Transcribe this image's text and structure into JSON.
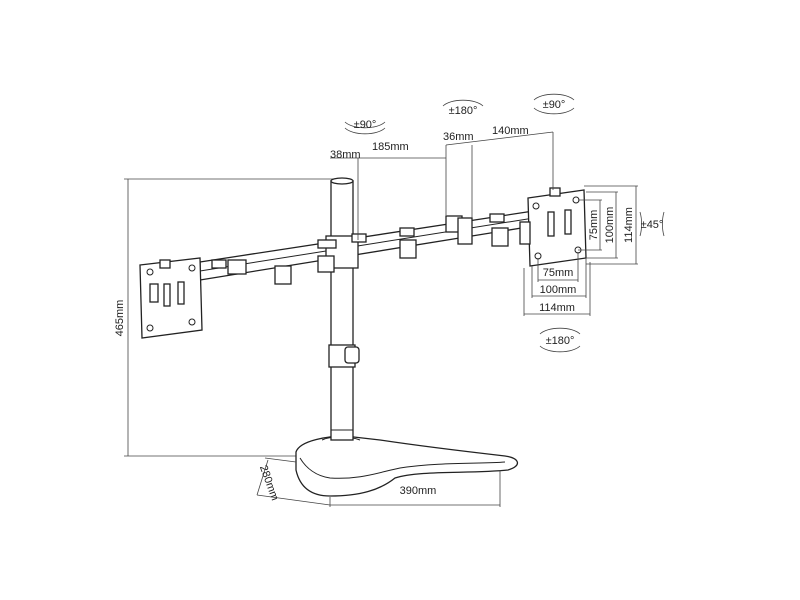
{
  "diagram": {
    "rotation_labels": {
      "left_arm": "±90°",
      "center_joint": "±180°",
      "right_arm": "±90°",
      "vesa_tilt": "±45°",
      "vesa_swivel": "±180°"
    },
    "arm_dimensions": {
      "pole_to_joint": "38mm",
      "segment_1": "185mm",
      "joint_width": "36mm",
      "segment_2": "140mm"
    },
    "vesa_dimensions": {
      "v75": "75mm",
      "v100": "100mm",
      "v114": "114mm",
      "h75": "75mm",
      "h100": "100mm",
      "h114": "114mm"
    },
    "overall_dimensions": {
      "height": "465mm",
      "base_depth": "280mm",
      "base_width": "390mm"
    }
  }
}
